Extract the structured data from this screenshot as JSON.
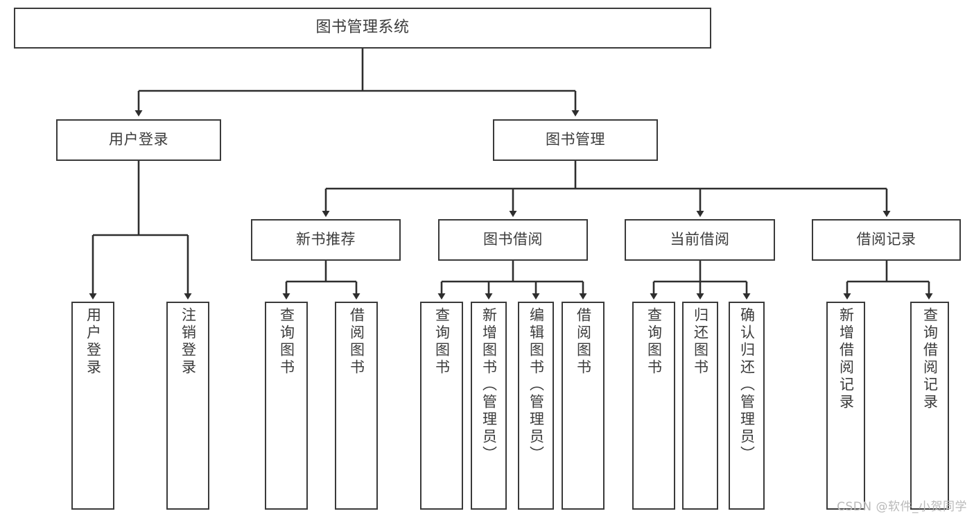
{
  "diagram": {
    "title": "图书管理系统",
    "type": "tree",
    "watermark": "CSDN @软件_小贺同学",
    "colors": {
      "box_border": "#3a3a3a",
      "box_fill": "#ffffff",
      "text": "#3b3b3b",
      "line": "#2e2e2e",
      "watermark": "#b9b9b9",
      "background": "#ffffff"
    },
    "levels": {
      "root": [
        "图书管理系统"
      ],
      "level2": [
        "用户登录",
        "图书管理"
      ],
      "level3": [
        "新书推荐",
        "图书借阅",
        "当前借阅",
        "借阅记录"
      ],
      "leaves": [
        "用户登录",
        "注销登录",
        "查询图书",
        "借阅图书",
        "查询图书",
        "新增图书（管理员）",
        "编辑图书（管理员）",
        "借阅图书",
        "查询图书",
        "归还图书",
        "确认归还（管理员）",
        "新增借阅记录",
        "查询借阅记录"
      ]
    },
    "nodes": {
      "root": {
        "label": "图书管理系统"
      },
      "user_login": {
        "label": "用户登录"
      },
      "book_mgmt": {
        "label": "图书管理"
      },
      "new_book_rec": {
        "label": "新书推荐"
      },
      "book_borrow": {
        "label": "图书借阅"
      },
      "current_borrow": {
        "label": "当前借阅"
      },
      "borrow_record": {
        "label": "借阅记录"
      },
      "leaf_user_login": {
        "label": "用户登录"
      },
      "leaf_logout": {
        "label": "注销登录"
      },
      "leaf_rec_query": {
        "label": "查询图书"
      },
      "leaf_rec_borrow": {
        "label": "借阅图书"
      },
      "leaf_borrow_query": {
        "label": "查询图书"
      },
      "leaf_borrow_add": {
        "label": "新增图书（管理员）"
      },
      "leaf_borrow_edit": {
        "label": "编辑图书（管理员）"
      },
      "leaf_borrow_do": {
        "label": "借阅图书"
      },
      "leaf_cur_query": {
        "label": "查询图书"
      },
      "leaf_cur_return": {
        "label": "归还图书"
      },
      "leaf_cur_confirm": {
        "label": "确认归还（管理员）"
      },
      "leaf_rec_add": {
        "label": "新增借阅记录"
      },
      "leaf_rec_search": {
        "label": "查询借阅记录"
      }
    },
    "edges": [
      {
        "from": "root",
        "to": "user_login"
      },
      {
        "from": "root",
        "to": "book_mgmt"
      },
      {
        "from": "user_login",
        "to": "leaf_user_login"
      },
      {
        "from": "user_login",
        "to": "leaf_logout"
      },
      {
        "from": "book_mgmt",
        "to": "new_book_rec"
      },
      {
        "from": "book_mgmt",
        "to": "book_borrow"
      },
      {
        "from": "book_mgmt",
        "to": "current_borrow"
      },
      {
        "from": "book_mgmt",
        "to": "borrow_record"
      },
      {
        "from": "new_book_rec",
        "to": "leaf_rec_query"
      },
      {
        "from": "new_book_rec",
        "to": "leaf_rec_borrow"
      },
      {
        "from": "book_borrow",
        "to": "leaf_borrow_query"
      },
      {
        "from": "book_borrow",
        "to": "leaf_borrow_add"
      },
      {
        "from": "book_borrow",
        "to": "leaf_borrow_edit"
      },
      {
        "from": "book_borrow",
        "to": "leaf_borrow_do"
      },
      {
        "from": "current_borrow",
        "to": "leaf_cur_query"
      },
      {
        "from": "current_borrow",
        "to": "leaf_cur_return"
      },
      {
        "from": "current_borrow",
        "to": "leaf_cur_confirm"
      },
      {
        "from": "borrow_record",
        "to": "leaf_rec_add"
      },
      {
        "from": "borrow_record",
        "to": "leaf_rec_search"
      }
    ]
  }
}
